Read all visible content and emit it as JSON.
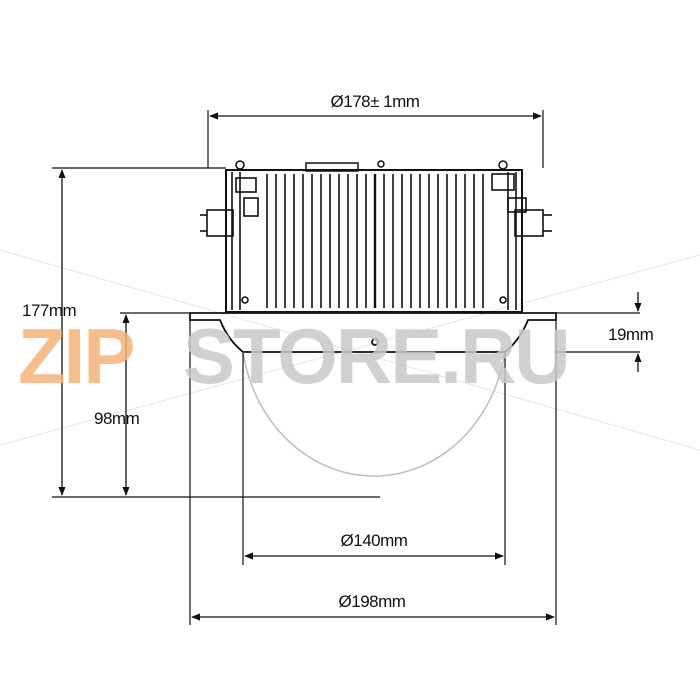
{
  "dimensions": {
    "top_diameter": "Ø178± 1mm",
    "total_height": "177mm",
    "flange_thickness": "19mm",
    "dome_height": "98mm",
    "dome_diameter": "Ø140mm",
    "flange_diameter": "Ø198mm"
  },
  "watermark": {
    "part_accent": "ZIP",
    "part_main": "STORE.RU",
    "accent_color": "#f5b27a",
    "main_color": "#c8c8c8"
  },
  "colors": {
    "line": "#111111",
    "dome": "#bdbdbd"
  }
}
